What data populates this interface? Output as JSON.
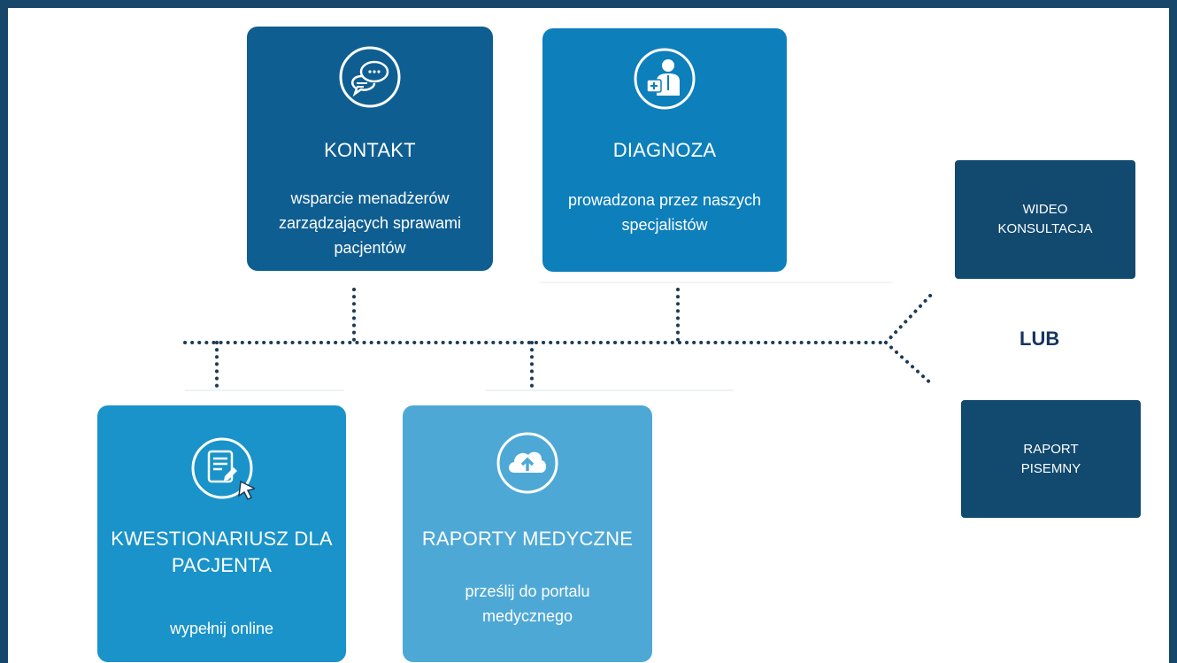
{
  "cards": {
    "kontakt": {
      "title": "KONTAKT",
      "desc": [
        "wsparcie menadżerów",
        "zarządzających sprawami",
        "pacjentów"
      ],
      "color": "#0e5e92"
    },
    "diagnoza": {
      "title": "DIAGNOZA",
      "desc": [
        "prowadzona przez naszych",
        "specjalistów"
      ],
      "color": "#0d7fbb"
    },
    "kwestionariusz": {
      "title": [
        "KWESTIONARIUSZ DLA",
        "PACJENTA"
      ],
      "desc": "wypełnij online",
      "color": "#1993c9"
    },
    "raporty": {
      "title": "RAPORTY MEDYCZNE",
      "desc": [
        "prześlij do portalu",
        "medycznego"
      ],
      "color": "#4ea8d6"
    }
  },
  "options": {
    "wideo": [
      "WIDEO",
      "KONSULTACJA"
    ],
    "lub": "LUB",
    "raport": [
      "RAPORT",
      "PISEMNY"
    ],
    "color": "#11496f"
  },
  "icons": {
    "kontakt": "chat-bubbles-icon",
    "diagnoza": "doctor-icon",
    "kwestionariusz": "form-cursor-icon",
    "raporty": "cloud-upload-icon"
  }
}
